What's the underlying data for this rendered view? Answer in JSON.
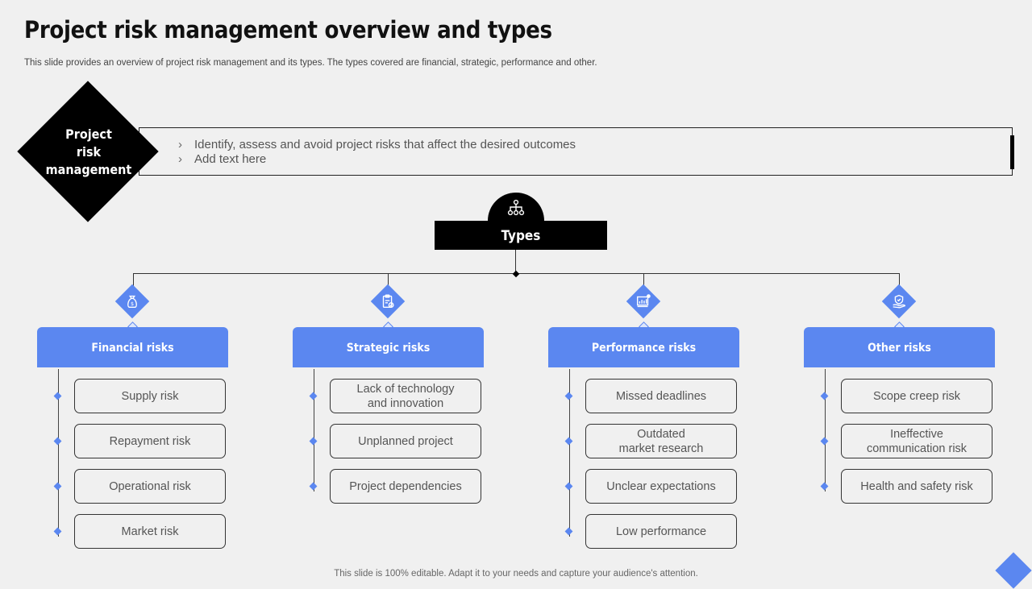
{
  "header": {
    "title": "Project risk management overview and types",
    "subtitle": "This slide provides an overview of project risk management and its types. The types covered are financial, strategic, performance and other."
  },
  "prm": {
    "label": "Project\nrisk\nmanagement",
    "bullets": [
      "Identify,  assess and avoid project risks that affect the desired outcomes",
      "Add text here"
    ]
  },
  "types": {
    "label": "Types",
    "icon": "hierarchy-icon"
  },
  "categories": [
    {
      "title": "Financial risks",
      "icon": "money-bag-icon",
      "items": [
        "Supply risk",
        "Repayment risk",
        "Operational risk",
        "Market risk"
      ]
    },
    {
      "title": "Strategic risks",
      "icon": "clipboard-check-icon",
      "items": [
        "Lack of technology\nand innovation",
        "Unplanned project",
        "Project dependencies"
      ]
    },
    {
      "title": "Performance risks",
      "icon": "presentation-chart-icon",
      "items": [
        "Missed deadlines",
        "Outdated\nmarket research",
        "Unclear expectations",
        "Low performance"
      ]
    },
    {
      "title": "Other risks",
      "icon": "hand-shield-icon",
      "items": [
        "Scope creep risk",
        "Ineffective\ncommunication risk",
        "Health and safety risk"
      ]
    }
  ],
  "footer": "This slide is 100% editable. Adapt it to your needs and capture your audience's attention.",
  "colors": {
    "accent": "#5b87f0",
    "dark": "#000000",
    "background": "#f0f0f0"
  }
}
